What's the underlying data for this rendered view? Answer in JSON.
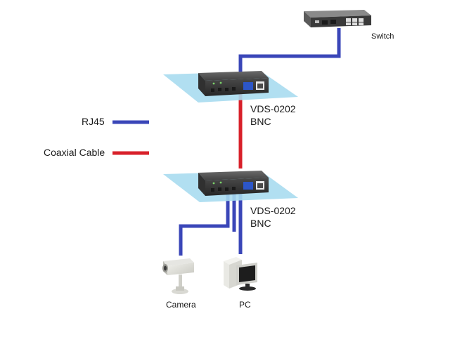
{
  "colors": {
    "rj45": "#3a46b8",
    "coax": "#d8202a",
    "platform": "#a9dcf0",
    "device_body": "#3e3e3e"
  },
  "devices": {
    "switch": {
      "label": "Switch",
      "icon": "network-switch-icon"
    },
    "converter_top": {
      "label_line1": "VDS-0202",
      "label_line2": "BNC",
      "icon": "vds-converter-icon"
    },
    "converter_bottom": {
      "label_line1": "VDS-0202",
      "label_line2": "BNC",
      "icon": "vds-converter-icon"
    },
    "camera": {
      "label": "Camera",
      "icon": "security-camera-icon"
    },
    "pc": {
      "label": "PC",
      "icon": "desktop-pc-icon"
    }
  },
  "legend": [
    {
      "label": "RJ45",
      "color_key": "rj45"
    },
    {
      "label": "Coaxial Cable",
      "color_key": "coax"
    }
  ]
}
